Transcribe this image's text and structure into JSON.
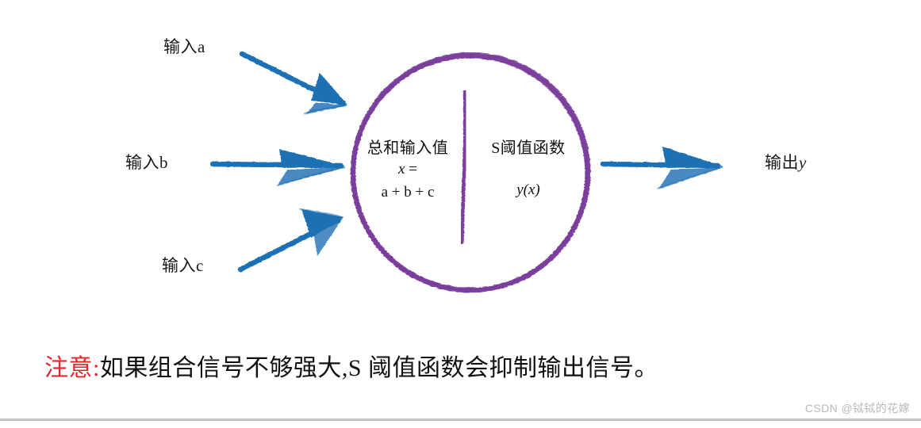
{
  "figure": {
    "background_color": "#ffffff",
    "arrow_color": "#1f6fb4",
    "circle_color": "#7b3f9d",
    "text_color": "#111111",
    "warning_color": "#e8232a"
  },
  "inputs": [
    {
      "label": "输入a",
      "arrow": "diagonal-down-right-arrow"
    },
    {
      "label": "输入b",
      "arrow": "horizontal-right-arrow"
    },
    {
      "label": "输入c",
      "arrow": "diagonal-up-right-arrow"
    }
  ],
  "output": {
    "label_prefix": "输出",
    "label_var": "y",
    "arrow": "horizontal-right-arrow"
  },
  "neuron": {
    "left": {
      "title": "总和输入值",
      "line2_var": "x",
      "line2_op": " =",
      "line3": "a + b + c"
    },
    "right": {
      "title": "S阈值函数",
      "formula_fn": "y",
      "formula_arg": "(x)"
    }
  },
  "caption": {
    "warning": "注意:",
    "body": "如果组合信号不够强大,S 阈值函数会抑制输出信号。"
  },
  "watermark": {
    "text": "CSDN @铽铽的花嫁"
  }
}
